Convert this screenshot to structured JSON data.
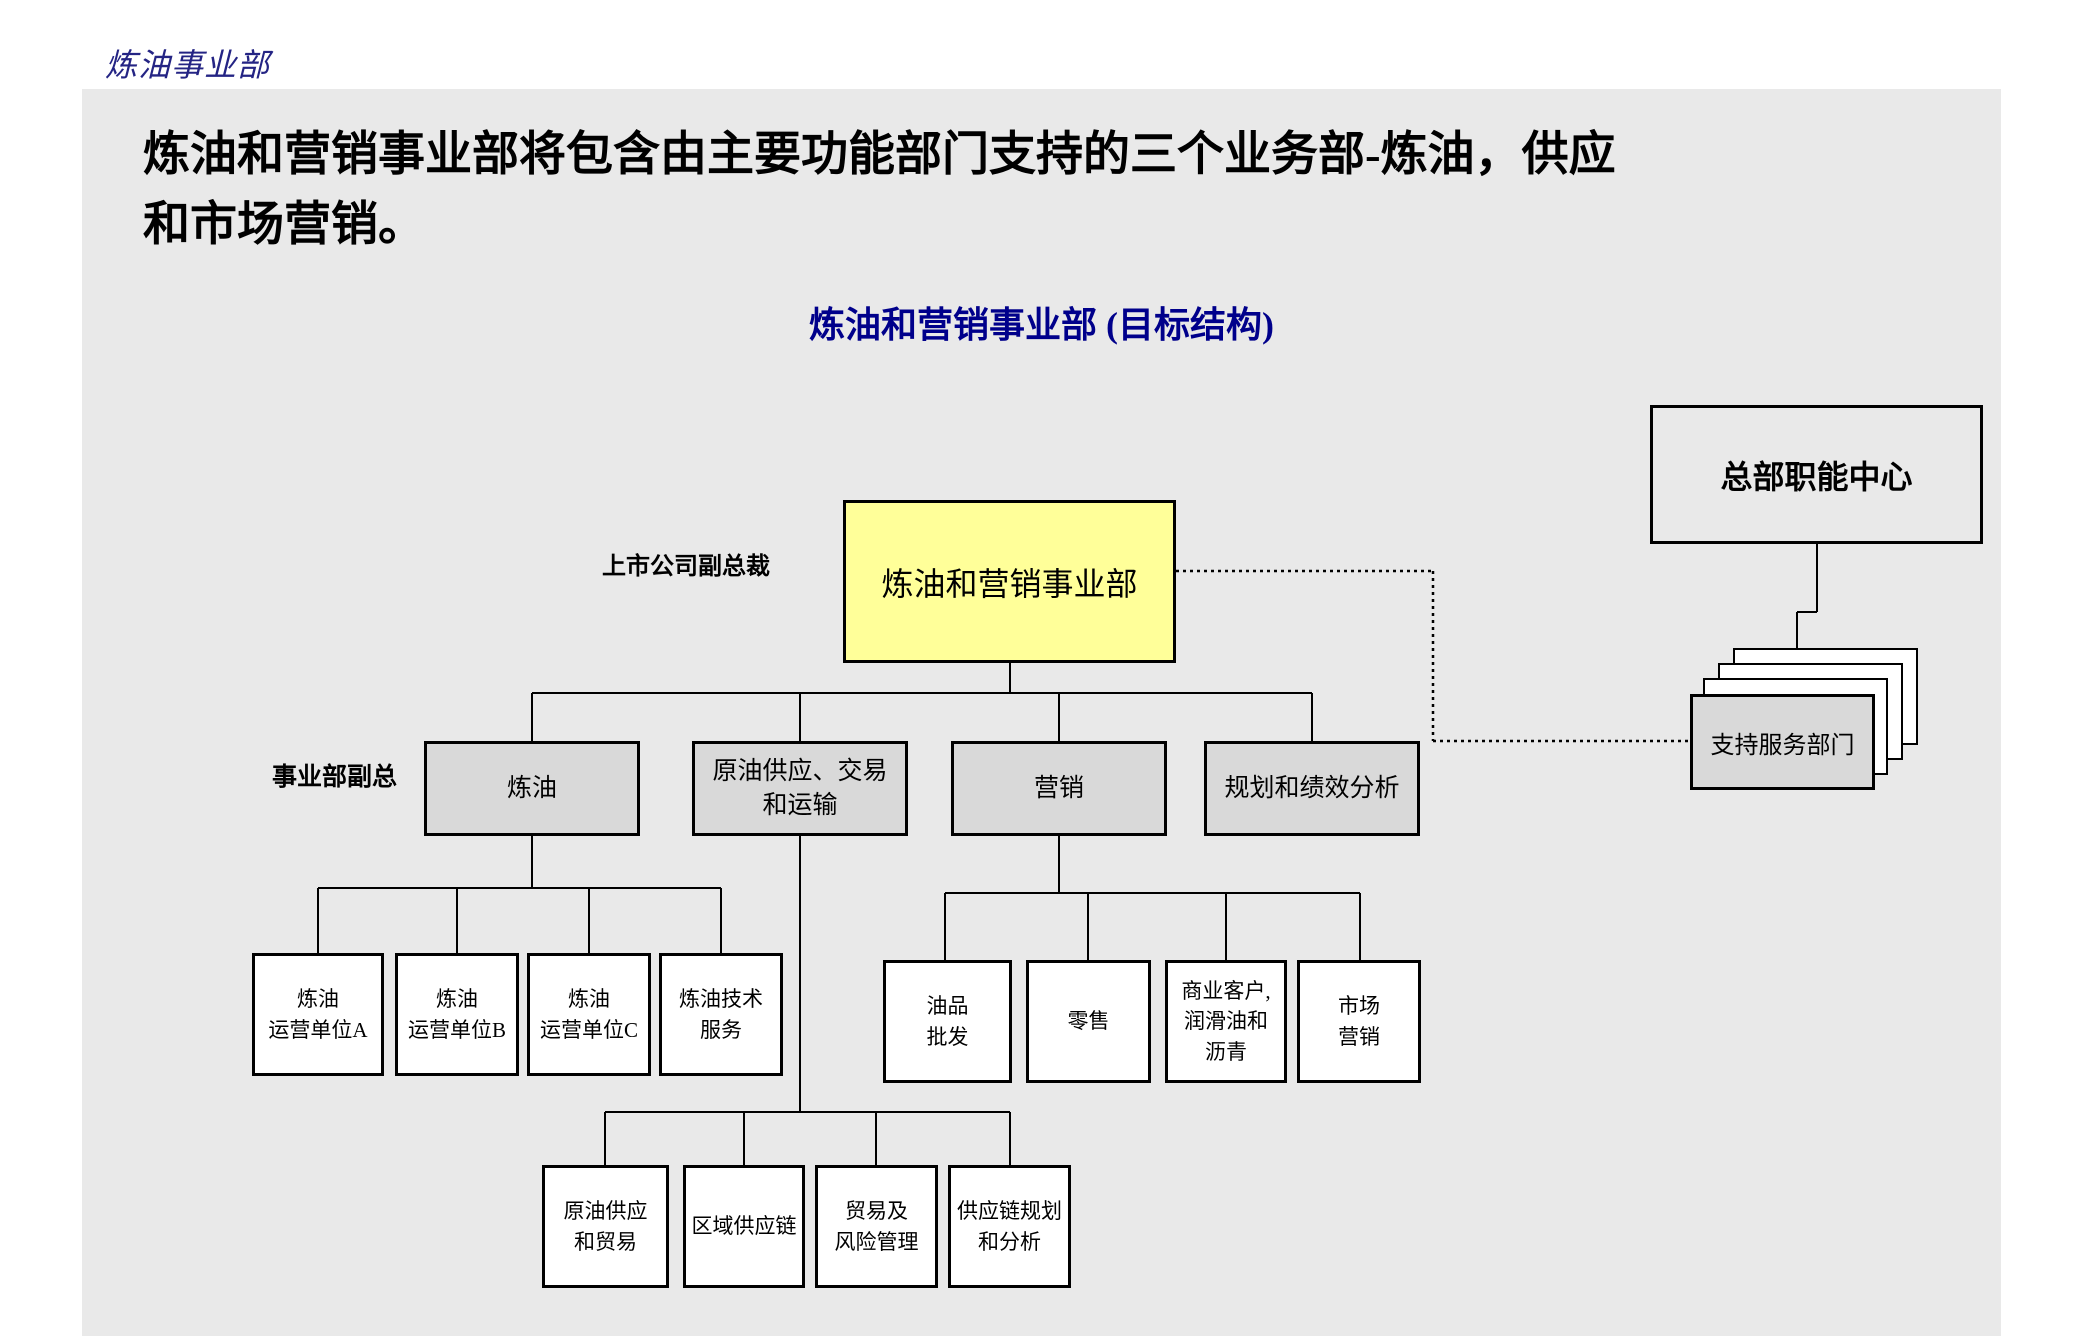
{
  "page": {
    "breadcrumb": "炼油事业部",
    "title_line1": "炼油和营销事业部将包含由主要功能部门支持的三个业务部-炼油，供应",
    "title_line2": "和市场营销。",
    "chart_title": "炼油和营销事业部 (目标结构)"
  },
  "org": {
    "root": {
      "label": "炼油和营销事业部",
      "annotation": "上市公司副总裁"
    },
    "hq": {
      "label": "总部职能中心"
    },
    "support": {
      "label": "支持服务部门"
    },
    "divisions_annotation": "事业部副总",
    "divisions": [
      {
        "label": "炼油"
      },
      {
        "label": "原油供应、交易\n和运输"
      },
      {
        "label": "营销"
      },
      {
        "label": "规划和绩效分析"
      }
    ],
    "refining_children": [
      {
        "label": "炼油\n运营单位A"
      },
      {
        "label": "炼油\n运营单位B"
      },
      {
        "label": "炼油\n运营单位C"
      },
      {
        "label": "炼油技术\n服务"
      }
    ],
    "marketing_children": [
      {
        "label": "油品\n批发"
      },
      {
        "label": "零售"
      },
      {
        "label": "商业客户,\n润滑油和\n沥青"
      },
      {
        "label": "市场\n营销"
      }
    ],
    "supply_children": [
      {
        "label": "原油供应\n和贸易"
      },
      {
        "label": "区域供应链"
      },
      {
        "label": "贸易及\n风险管理"
      },
      {
        "label": "供应链规划\n和分析"
      }
    ]
  },
  "colors": {
    "root_fill": "#FFFF99",
    "division_fill": "#D9D9D9",
    "panel_bg": "#E9E9E9",
    "title_text": "#000000",
    "accent_text": "#00008B",
    "breadcrumb_text": "#242484",
    "line": "#000000"
  }
}
